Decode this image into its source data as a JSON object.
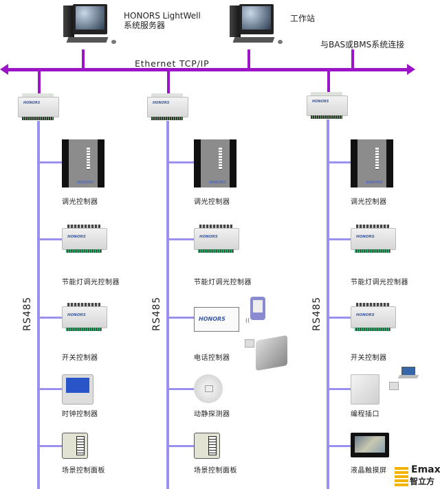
{
  "title": "HONORS LightWell lighting control system topology",
  "colors": {
    "ethernet_bus": "#9b14c7",
    "rs485_line": "#9a90f0",
    "brand_accent": "#f2b400"
  },
  "top": {
    "server_label_line1": "HONORS LightWell",
    "server_label_line2": "系统服务器",
    "workstation_label": "工作站",
    "bms_label": "与BAS或BMS系统连接",
    "ethernet_label": "Ethernet  TCP/IP"
  },
  "branches": [
    {
      "bus_label": "RS485",
      "gateway_logo": "HONORS",
      "devices": [
        {
          "label": "调光控制器",
          "type": "dimmer"
        },
        {
          "label": "节能灯调光控制器",
          "type": "din"
        },
        {
          "label": "开关控制器",
          "type": "din"
        },
        {
          "label": "时钟控制器",
          "type": "clock"
        },
        {
          "label": "场景控制面板",
          "type": "scene"
        }
      ]
    },
    {
      "bus_label": "RS485",
      "gateway_logo": "HONORS",
      "devices": [
        {
          "label": "调光控制器",
          "type": "dimmer"
        },
        {
          "label": "节能灯调光控制器",
          "type": "din"
        },
        {
          "label": "电话控制器",
          "type": "phone"
        },
        {
          "label": "动静探测器",
          "type": "motion"
        },
        {
          "label": "场景控制面板",
          "type": "scene"
        }
      ]
    },
    {
      "bus_label": "RS485",
      "gateway_logo": "HONORS",
      "devices": [
        {
          "label": "调光控制器",
          "type": "dimmer"
        },
        {
          "label": "节能灯调光控制器",
          "type": "din"
        },
        {
          "label": "开关控制器",
          "type": "din"
        },
        {
          "label": "编程插口",
          "type": "socket"
        },
        {
          "label": "液晶触摸屏",
          "type": "lcd"
        }
      ]
    }
  ],
  "device_logo": "HONORS",
  "brand": {
    "en": "Emax",
    "cn": "智立方"
  }
}
